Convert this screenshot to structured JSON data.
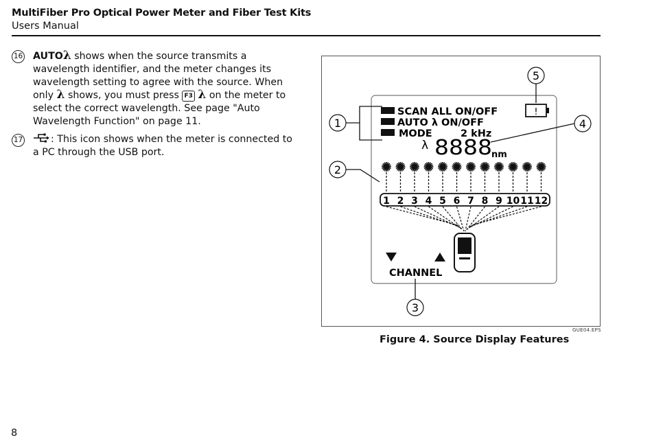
{
  "header": {
    "title": "MultiFiber Pro Optical Power Meter and Fiber Test Kits",
    "subtitle": "Users Manual"
  },
  "items": [
    {
      "number": "16",
      "bold_label": "AUTO",
      "lambda_symbol": "λ",
      "text_1": " shows when the source transmits a wavelength identifier, and the meter changes its wavelength setting to agree with the source. When only ",
      "text_2": " shows, you must press ",
      "key_label": "F3",
      "text_3": " on the meter to select the correct wavelength. See page \"Auto Wavelength Function\" on page 11."
    },
    {
      "number": "17",
      "icon": "usb-icon",
      "text": ": This icon shows when the meter is connected to a PC through the USB port."
    }
  ],
  "figure": {
    "id": "GUE04.EPS",
    "caption": "Figure 4. Source Display Features",
    "display": {
      "indicators": [
        {
          "label": "SCAN ALL ON/OFF"
        },
        {
          "label": "AUTO λ ON/OFF"
        },
        {
          "label": "MODE"
        }
      ],
      "mode_value": "2 kHz",
      "lambda_symbol": "λ",
      "wavelength_readout": "8888",
      "wavelength_unit": "nm",
      "channels": [
        "1",
        "2",
        "3",
        "4",
        "5",
        "6",
        "7",
        "8",
        "9",
        "10",
        "11",
        "12"
      ],
      "channel_label": "CHANNEL",
      "battery_icon": "battery-warning-icon",
      "battery_mark": "!"
    },
    "callouts": [
      "1",
      "2",
      "3",
      "4",
      "5"
    ]
  },
  "page_number": "8"
}
